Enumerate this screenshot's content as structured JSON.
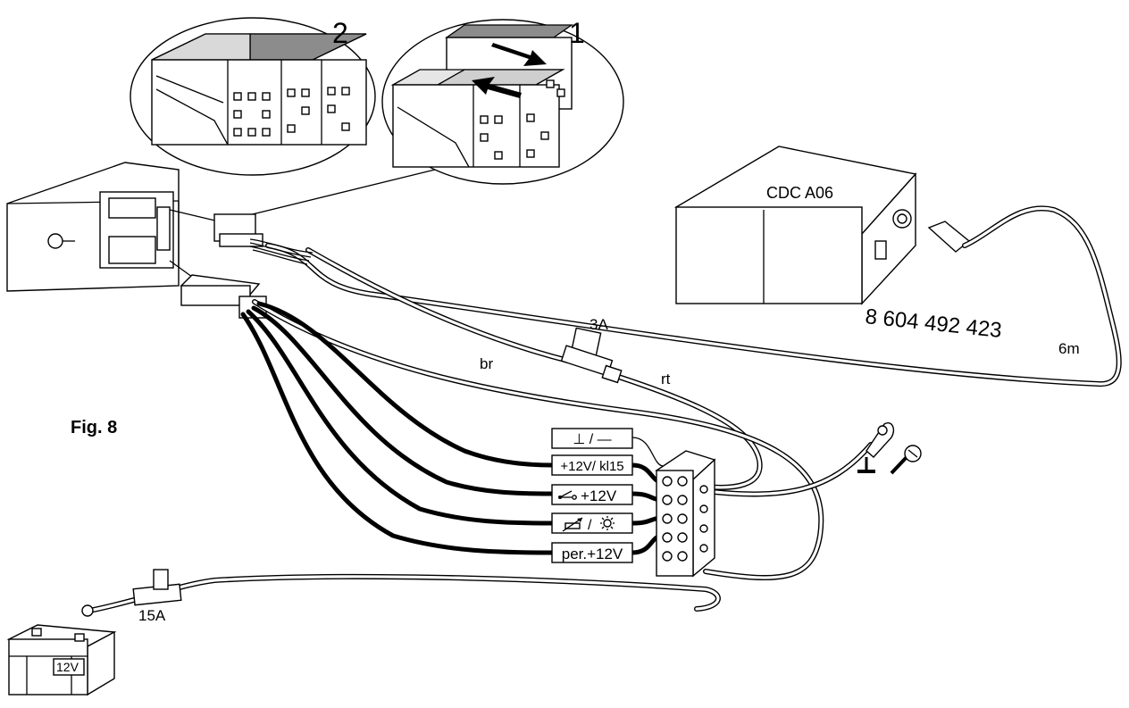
{
  "figure": {
    "label": "Fig. 8",
    "detail_left_number": "2",
    "detail_right_number": "1",
    "changer_name": "CDC A06",
    "cable_part_number": "8 604 492 423",
    "cable_length": "6m",
    "fuse_inline": "3A",
    "fuse_battery": "15A",
    "wire_brown": "br",
    "wire_red": "rt",
    "battery_voltage": "12V",
    "terminals": {
      "ground": "⊥ / —",
      "ignition": "+12V/ kl15",
      "switched": "+12V",
      "illumination": "/",
      "permanent": "per.+12V"
    }
  }
}
